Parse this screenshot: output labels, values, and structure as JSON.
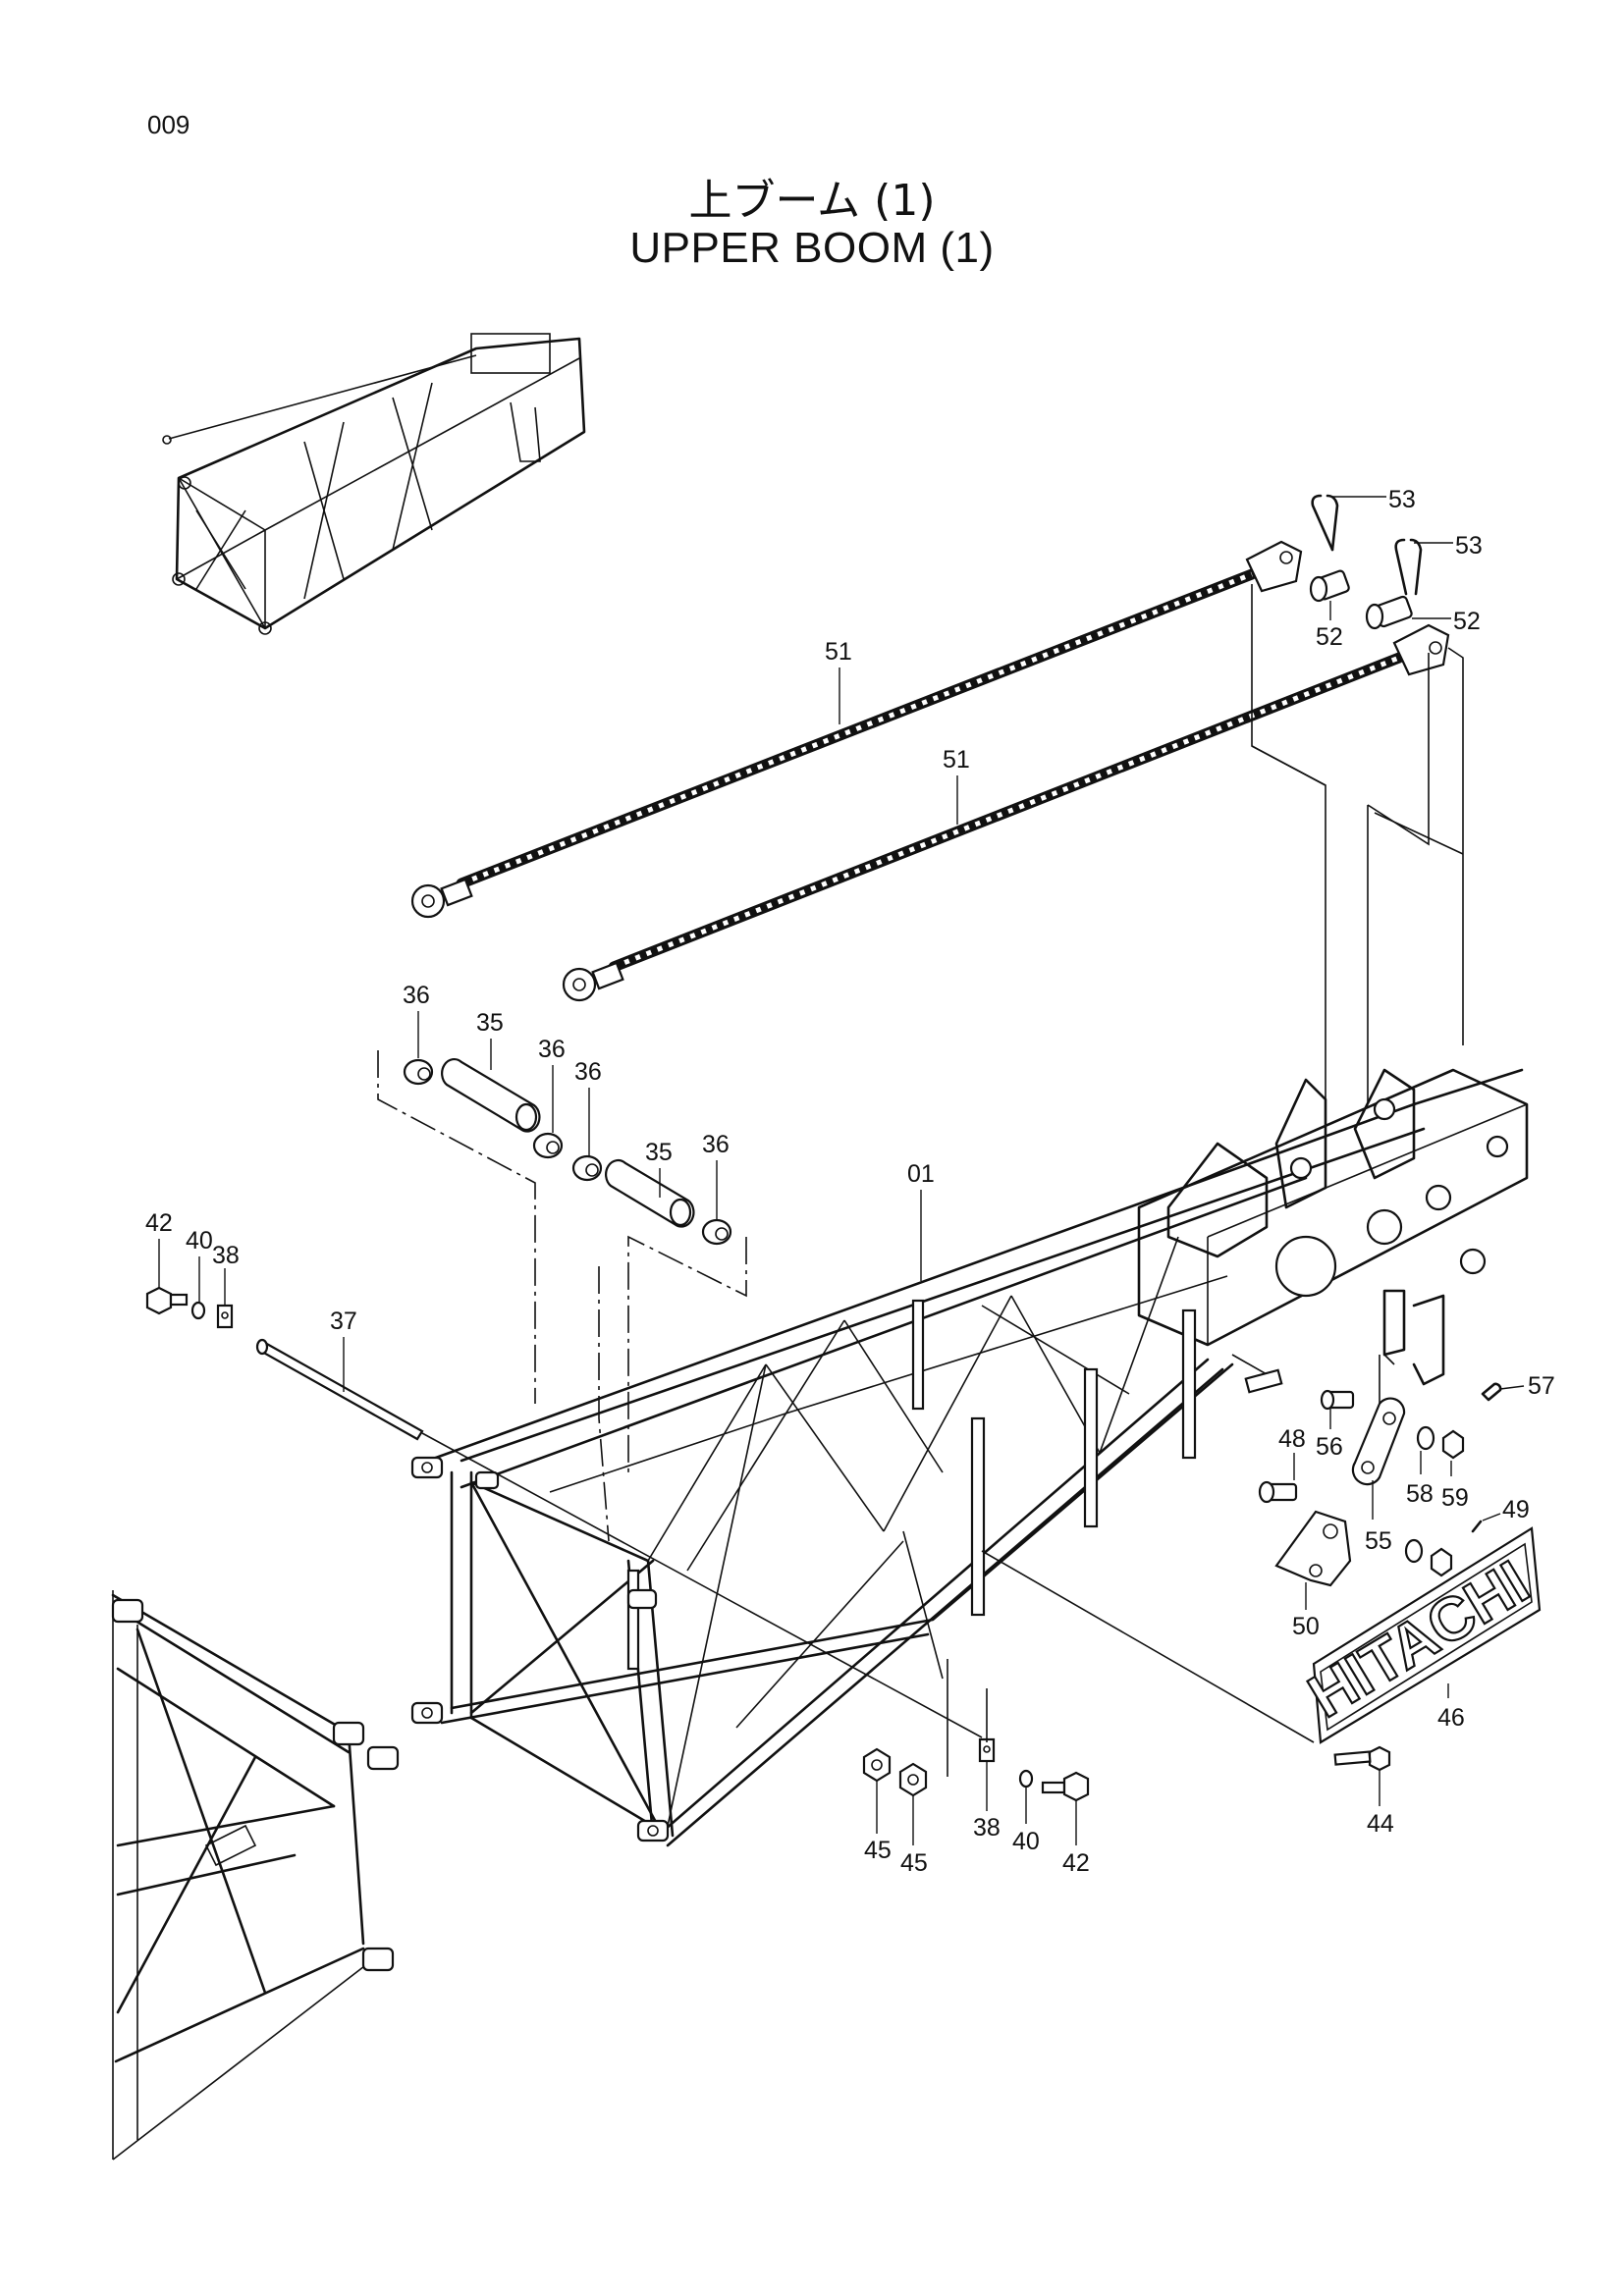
{
  "page_number": "009",
  "title_jp": "上ブーム (1)",
  "title_en": "UPPER BOOM (1)",
  "logo_text": "HITACHI",
  "part_labels": {
    "p01": "01",
    "p35a": "35",
    "p35b": "35",
    "p36a": "36",
    "p36b": "36",
    "p36c": "36",
    "p36d": "36",
    "p37": "37",
    "p38a": "38",
    "p38b": "38",
    "p40a": "40",
    "p40b": "40",
    "p42a": "42",
    "p42b": "42",
    "p44": "44",
    "p45a": "45",
    "p45b": "45",
    "p46": "46",
    "p48": "48",
    "p49": "49",
    "p50": "50",
    "p51a": "51",
    "p51b": "51",
    "p52a": "52",
    "p52b": "52",
    "p53a": "53",
    "p53b": "53",
    "p55": "55",
    "p56": "56",
    "p57": "57",
    "p58": "58",
    "p59": "59"
  }
}
